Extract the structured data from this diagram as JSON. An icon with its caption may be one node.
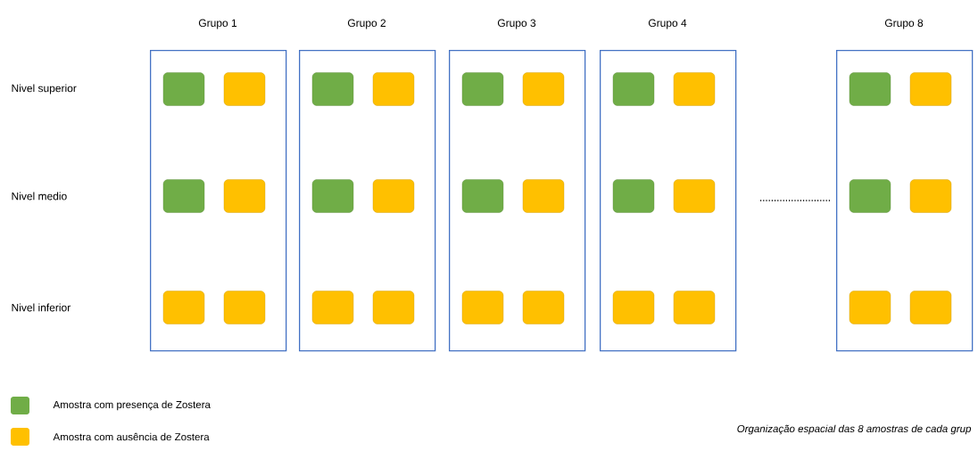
{
  "diagram": {
    "caption": "Organização espacial das 8 amostras de cada grup",
    "nodes": [
      {
        "text": [
          "Grupo 1"
        ]
      },
      {
        "text": [],
        "shape": "box",
        "in": 0
      },
      {
        "text": [],
        "shape": "box",
        "in": 0
      },
      {
        "text": [],
        "shape": "box",
        "in": 0
      },
      {
        "text": [],
        "shape": "box",
        "in": 0
      },
      {
        "text": [],
        "shape": "box",
        "in": 0
      },
      {
        "text": [],
        "shape": "box",
        "in": 0
      },
      {
        "text": [
          "Grupo 2"
        ]
      },
      {
        "text": [],
        "shape": "box",
        "in": 7
      },
      {
        "text": [],
        "shape": "box",
        "in": 7
      },
      {
        "text": [],
        "shape": "box",
        "in": 7
      },
      {
        "text": [],
        "shape": "box",
        "in": 7
      },
      {
        "text": [],
        "shape": "box",
        "in": 7
      },
      {
        "text": [],
        "shape": "box",
        "in": 7
      },
      {
        "text": [
          "Grupo 3"
        ]
      },
      {
        "text": [],
        "shape": "box",
        "in": 14
      },
      {
        "text": [],
        "shape": "box",
        "in": 14
      },
      {
        "text": [],
        "shape": "box",
        "in": 14
      },
      {
        "text": [],
        "shape": "box",
        "in": 14
      },
      {
        "text": [],
        "shape": "box",
        "in": 14
      },
      {
        "text": [],
        "shape": "box",
        "in": 14
      },
      {
        "text": [
          "Grupo 4"
        ]
      },
      {
        "text": [],
        "shape": "box",
        "in": 21
      },
      {
        "text": [],
        "shape": "box",
        "in": 21
      },
      {
        "text": [],
        "shape": "box",
        "in": 21
      },
      {
        "text": [],
        "shape": "box",
        "in": 21
      },
      {
        "text": [],
        "shape": "box",
        "in": 21
      },
      {
        "text": [],
        "shape": "box",
        "in": 21
      },
      {
        "text": [
          "Grupo 8"
        ]
      },
      {
        "text": [],
        "shape": "box",
        "in": 28
      },
      {
        "text": [],
        "shape": "box",
        "in": 28
      },
      {
        "text": [],
        "shape": "box",
        "in": 28
      },
      {
        "text": [],
        "shape": "box",
        "in": 28
      },
      {
        "text": [],
        "shape": "box",
        "in": 28
      },
      {
        "text": [],
        "shape": "box",
        "in": 28
      }
    ],
    "labels": [
      "Nivel superior",
      "Nivel medio",
      "Nivel inferior"
    ],
    "legend": [
      {
        "text": "Amostra com presença de Zostera",
        "color": "#70ad47"
      },
      {
        "text": "Amostra com ausência de Zostera",
        "color": "#ffc000"
      }
    ]
  }
}
